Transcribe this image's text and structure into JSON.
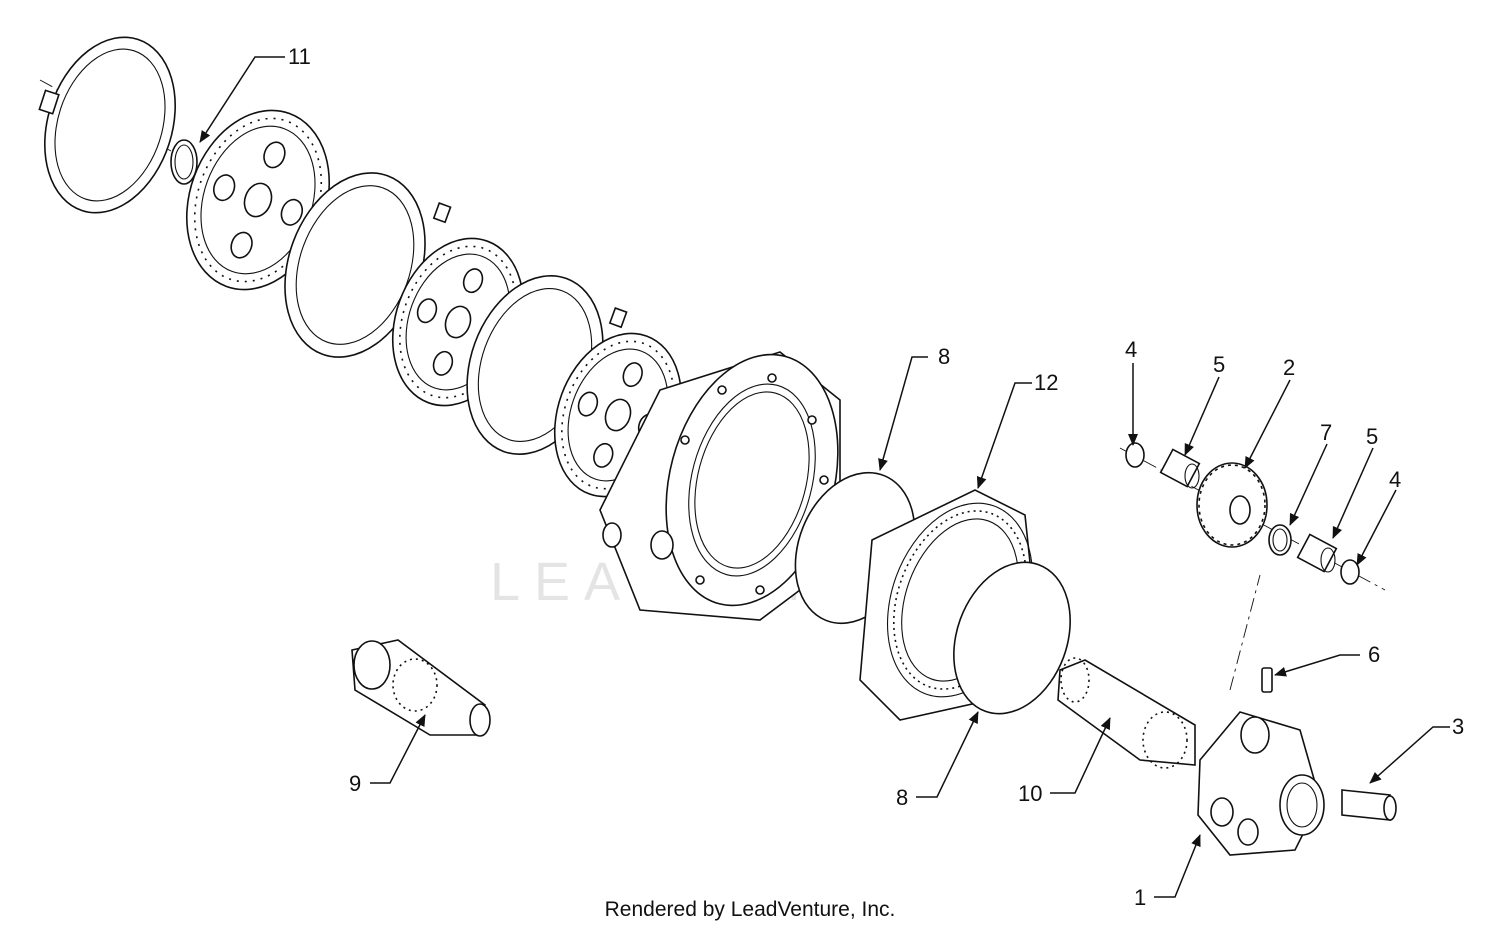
{
  "diagram": {
    "watermark": "LEADVENTURE",
    "footer": "Rendered by LeadVenture, Inc.",
    "callouts": [
      "11",
      "8",
      "12",
      "4",
      "5",
      "2",
      "7",
      "5",
      "4",
      "6",
      "3",
      "9",
      "8",
      "10",
      "1"
    ]
  }
}
